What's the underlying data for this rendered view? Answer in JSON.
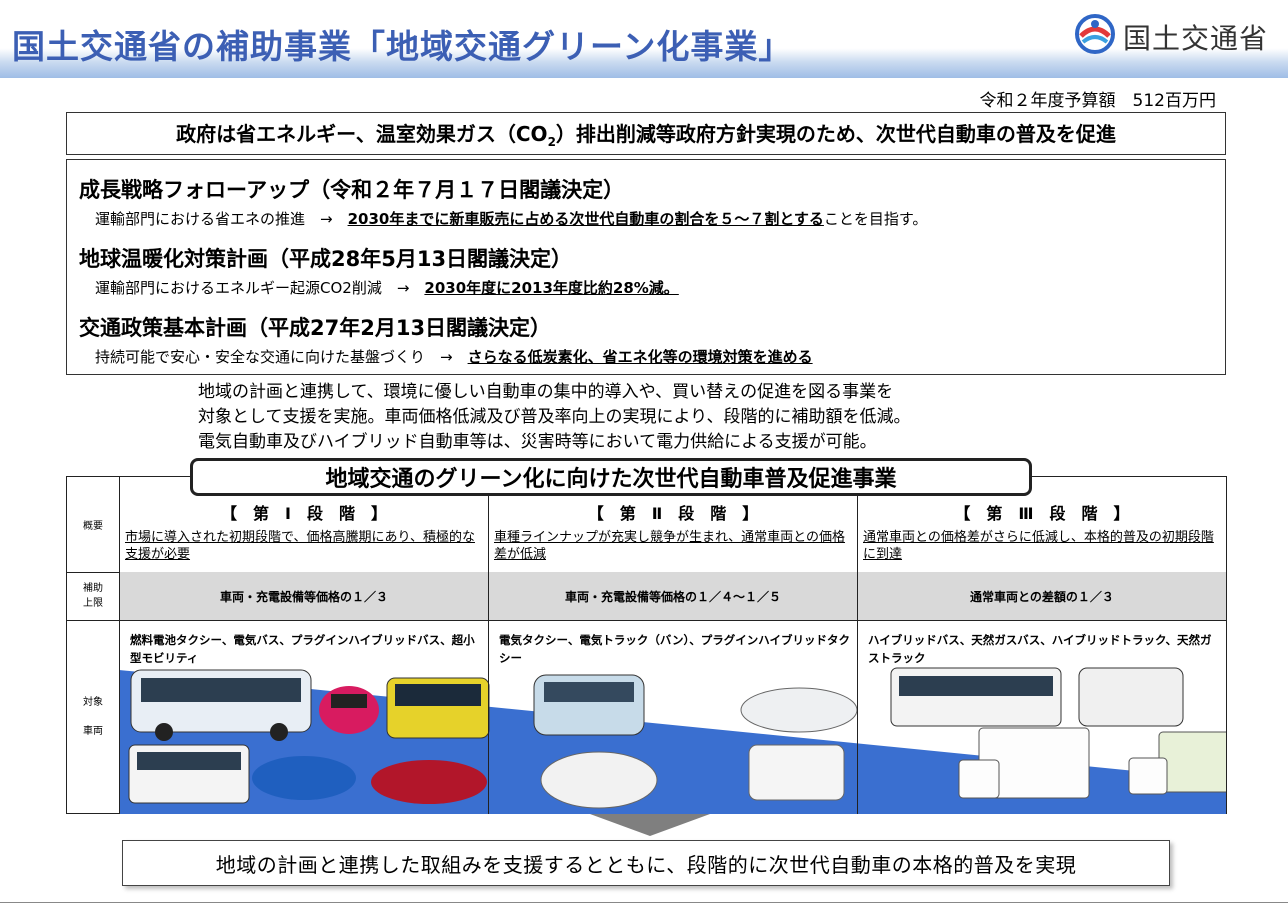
{
  "header": {
    "title": "国土交通省の補助事業「地域交通グリーン化事業」",
    "logo_text": "国土交通省",
    "budget": "令和２年度予算額　512百万円"
  },
  "policy": {
    "text_before": "政府は省エネルギー、温室効果ガス（CO",
    "subscript": "2",
    "text_after": "）排出削減等政府方針実現のため、次世代自動車の普及を促進"
  },
  "plans": [
    {
      "title": "成長戦略フォローアップ（令和２年７月１７日閣議決定）",
      "desc_lead": "運輸部門における省エネの推進　→　",
      "desc_em": "2030年までに新車販売に占める次世代自動車の割合を５～７割とする",
      "desc_tail": "ことを目指す。"
    },
    {
      "title": "地球温暖化対策計画（平成28年5月13日閣議決定）",
      "desc_lead": "運輸部門におけるエネルギー起源CO2削減　→　",
      "desc_em": "2030年度に2013年度比約28%減。",
      "desc_tail": ""
    },
    {
      "title": "交通政策基本計画（平成27年2月13日閣議決定）",
      "desc_lead": "持続可能で安心・安全な交通に向けた基盤づくり　→　",
      "desc_em": "さらなる低炭素化、省エネ化等の環境対策を進める",
      "desc_tail": ""
    }
  ],
  "intro": [
    "地域の計画と連携して、環境に優しい自動車の集中的導入や、買い替えの促進を図る事業を",
    "対象として支援を実施。車両価格低減及び普及率向上の実現により、段階的に補助額を低減。",
    "電気自動車及びハイブリッド自動車等は、災害時等において電力供給による支援が可能。"
  ],
  "program": {
    "title": "地域交通のグリーン化に向けた次世代自動車普及促進事業",
    "row_labels": {
      "overview": "概要",
      "limit": "補助\n上限",
      "vehicles_1": "対象",
      "vehicles_2": "車両"
    },
    "stages": [
      {
        "head": "【　第　Ⅰ　段　階　】",
        "desc": "市場に導入された初期段階で、価格高騰期にあり、積極的な支援が必要",
        "limit": "車両・充電設備等価格の１／３",
        "vehicles": "燃料電池タクシー、電気バス、プラグインハイブリッドバス、超小型モビリティ"
      },
      {
        "head": "【　第　Ⅱ　段　階　】",
        "desc": "車種ラインナップが充実し競争が生まれ、通常車両との価格差が低減",
        "limit": "車両・充電設備等価格の１／４～１／５",
        "vehicles": "電気タクシー、電気トラック（バン）、プラグインハイブリッドタクシー"
      },
      {
        "head": "【　第　Ⅲ　段　階　】",
        "desc": "通常車両との価格差がさらに低減し、本格的普及の初期段階に到達",
        "limit": "通常車両との差額の１／３",
        "vehicles": "ハイブリッドバス、天然ガスバス、ハイブリッドトラック、天然ガストラック"
      }
    ]
  },
  "conclusion": "地域の計画と連携した取組みを支援するとともに、段階的に次世代自動車の本格的普及を実現",
  "colors": {
    "title_blue": "#3c5fb4",
    "wedge_blue": "#3a6fd0",
    "limit_gray": "#d9d9d9"
  }
}
